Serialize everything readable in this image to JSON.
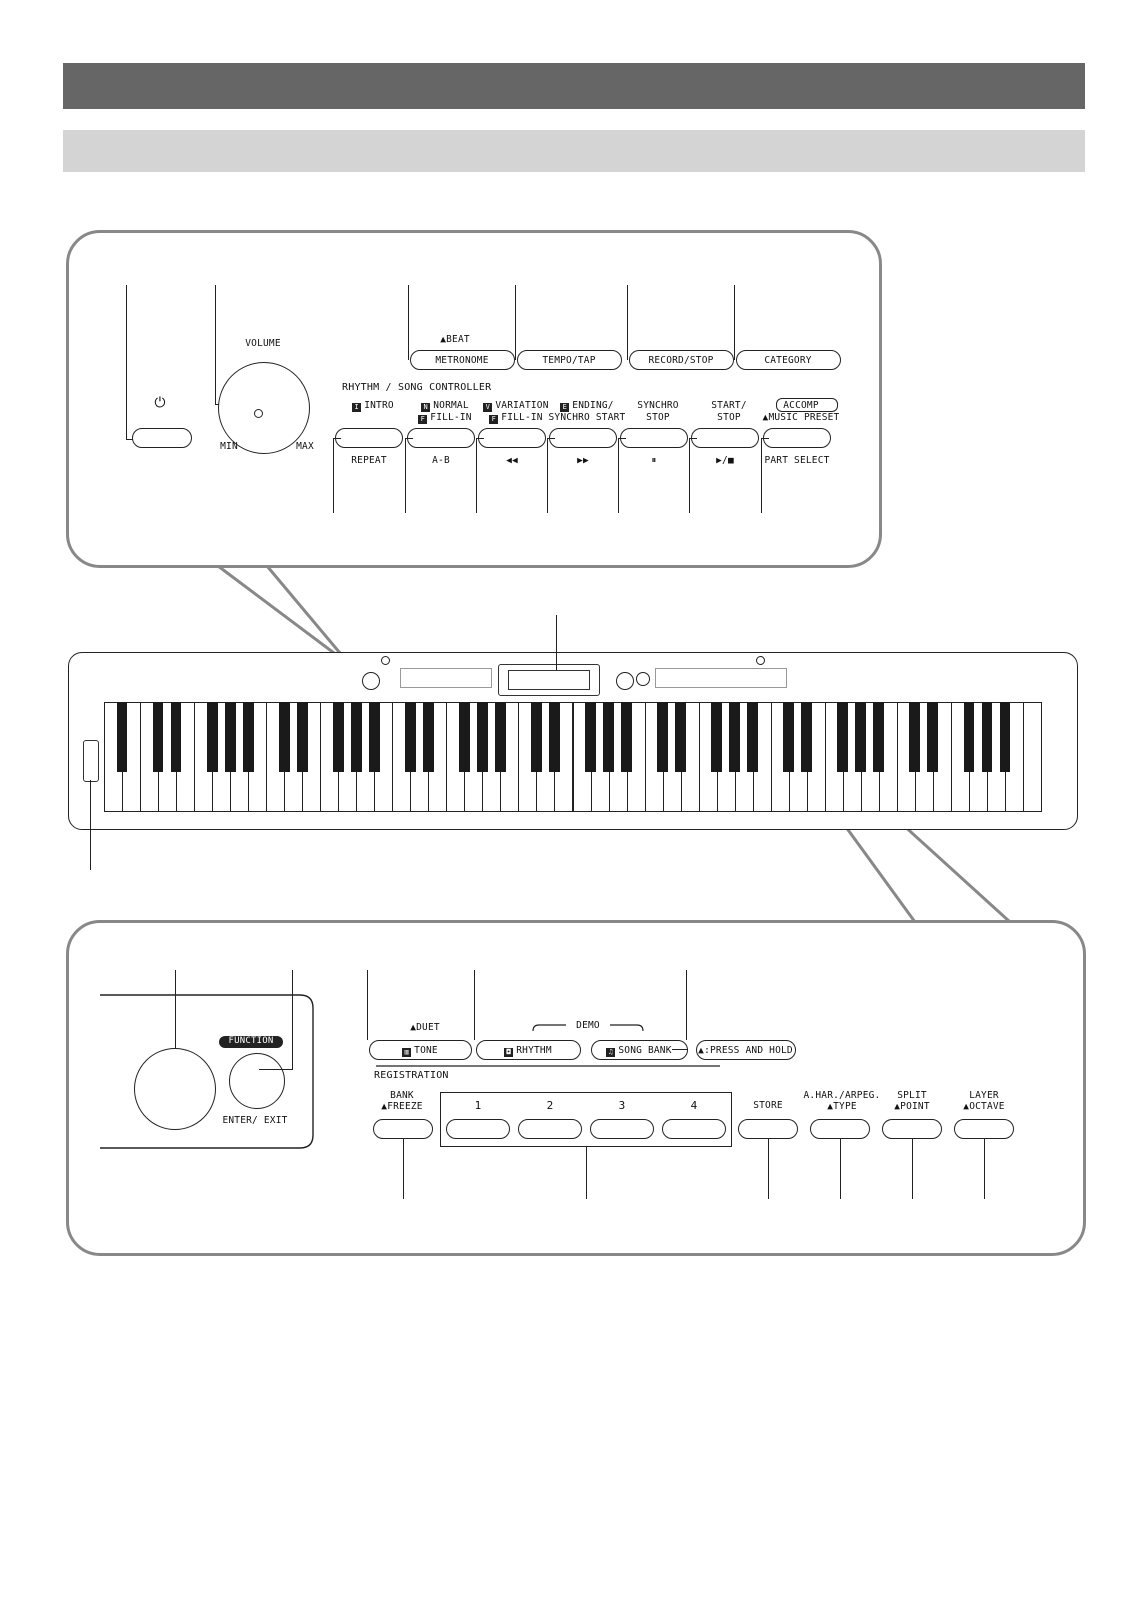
{
  "top_panel": {
    "volume": {
      "label": "VOLUME",
      "min": "MIN",
      "max": "MAX"
    },
    "metronome": {
      "upper": "BEAT",
      "label": "METRONOME"
    },
    "tempo_tap": "TEMPO/TAP",
    "record_stop": "RECORD/STOP",
    "category": "CATEGORY",
    "section_title": "RHYTHM / SONG CONTROLLER",
    "controller_buttons": [
      {
        "top1": "INTRO",
        "top1_mark": "I",
        "top2": "",
        "top2_mark": "",
        "bottom": "REPEAT"
      },
      {
        "top1": "NORMAL",
        "top1_mark": "N",
        "top2": "FILL-IN",
        "top2_mark": "F",
        "bottom": "A-B"
      },
      {
        "top1": "VARIATION",
        "top1_mark": "V",
        "top2": "FILL-IN",
        "top2_mark": "F",
        "bottom": "◀◀"
      },
      {
        "top1": "ENDING/",
        "top1_mark": "E",
        "top2": "SYNCHRO START",
        "top2_mark": "",
        "bottom": "▶▶"
      },
      {
        "top1": "SYNCHRO",
        "top1_mark": "",
        "top2": "STOP",
        "top2_mark": "",
        "bottom": "⏸"
      },
      {
        "top1": "START/",
        "top1_mark": "",
        "top2": "STOP",
        "top2_mark": "",
        "bottom": "▶/■"
      },
      {
        "top1": "ACCOMP",
        "top1_mark": "",
        "top2": "MUSIC PRESET",
        "top2_mark": "",
        "bottom": "PART SELECT"
      }
    ]
  },
  "bottom_panel": {
    "function_label": "FUNCTION",
    "enter_exit": "ENTER/  EXIT",
    "duet": "DUET",
    "tone": "TONE",
    "demo": "DEMO",
    "rhythm": "RHYTHM",
    "song_bank": "SONG BANK",
    "press_and_hold": ":PRESS AND HOLD",
    "registration_title": "REGISTRATION",
    "bank_freeze": {
      "line1": "BANK",
      "line2": "FREEZE"
    },
    "numbers": [
      "1",
      "2",
      "3",
      "4"
    ],
    "store": "STORE",
    "arpeg_type": {
      "line1": "A.HAR./ARPEG.",
      "line2": "TYPE"
    },
    "split_point": {
      "line1": "SPLIT",
      "line2": "POINT"
    },
    "layer_octave": {
      "line1": "LAYER",
      "line2": "OCTAVE"
    }
  }
}
